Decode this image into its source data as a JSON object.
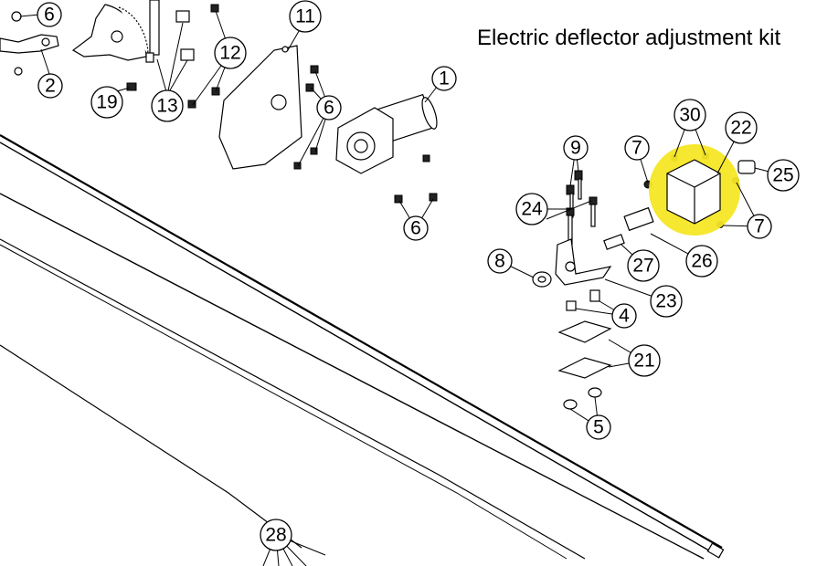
{
  "title": "Electric deflector adjustment kit",
  "highlight_color": "#f5e625",
  "callouts": [
    {
      "id": "c6a",
      "label": "6"
    },
    {
      "id": "c2",
      "label": "2"
    },
    {
      "id": "c19",
      "label": "19"
    },
    {
      "id": "c13",
      "label": "13"
    },
    {
      "id": "c12",
      "label": "12"
    },
    {
      "id": "c11",
      "label": "11"
    },
    {
      "id": "c6b",
      "label": "6"
    },
    {
      "id": "c1",
      "label": "1"
    },
    {
      "id": "c6c",
      "label": "6"
    },
    {
      "id": "c30",
      "label": "30"
    },
    {
      "id": "c22",
      "label": "22"
    },
    {
      "id": "c9",
      "label": "9"
    },
    {
      "id": "c7a",
      "label": "7"
    },
    {
      "id": "c25",
      "label": "25"
    },
    {
      "id": "c24",
      "label": "24"
    },
    {
      "id": "c7b",
      "label": "7"
    },
    {
      "id": "c26",
      "label": "26"
    },
    {
      "id": "c8",
      "label": "8"
    },
    {
      "id": "c27",
      "label": "27"
    },
    {
      "id": "c23",
      "label": "23"
    },
    {
      "id": "c4",
      "label": "4"
    },
    {
      "id": "c21",
      "label": "21"
    },
    {
      "id": "c5",
      "label": "5"
    },
    {
      "id": "c28",
      "label": "28"
    }
  ]
}
